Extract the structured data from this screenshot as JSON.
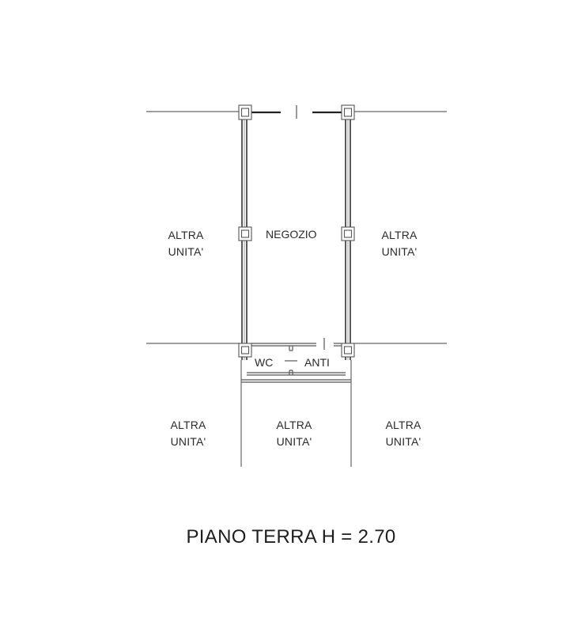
{
  "plan": {
    "title": "PIANO TERRA H = 2.70",
    "rooms": {
      "main": "NEGOZIO",
      "wc": "WC",
      "anti": "ANTI"
    },
    "neighbors": {
      "top_left": {
        "line1": "ALTRA",
        "line2": "UNITA'"
      },
      "top_right": {
        "line1": "ALTRA",
        "line2": "UNITA'"
      },
      "bottom_left": {
        "line1": "ALTRA",
        "line2": "UNITA'"
      },
      "bottom_center": {
        "line1": "ALTRA",
        "line2": "UNITA'"
      },
      "bottom_right": {
        "line1": "ALTRA",
        "line2": "UNITA'"
      }
    },
    "colors": {
      "line": "#555555",
      "wall": "#333333",
      "text": "#2a2a2a"
    }
  }
}
